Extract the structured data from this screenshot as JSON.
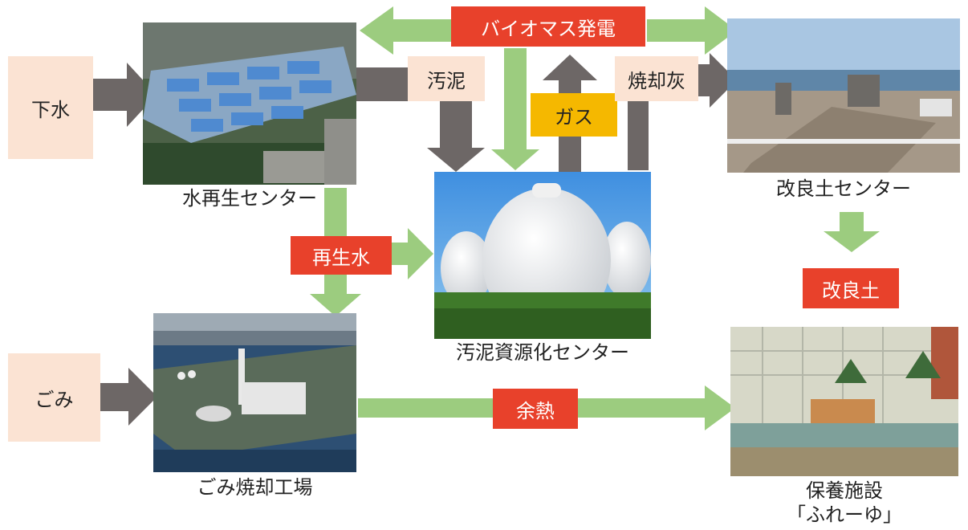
{
  "inputs": {
    "sewage": "下水",
    "garbage": "ごみ"
  },
  "facilities": {
    "water_reclamation": "水再生センター",
    "sludge_recycling": "汚泥資源化センター",
    "incineration_plant": "ごみ焼却工場",
    "soil_center": "改良土センター",
    "recreation_line1": "保養施設",
    "recreation_line2": "「ふれーゆ」"
  },
  "flows": {
    "biomass_power": "バイオマス発電",
    "sludge": "汚泥",
    "gas": "ガス",
    "incineration_ash": "焼却灰",
    "reclaimed_water": "再生水",
    "improved_soil": "改良土",
    "waste_heat": "余熱"
  },
  "colors": {
    "green_arrow": "#9ccc7f",
    "gray_arrow": "#6d6766",
    "red_label": "#e8412b",
    "peach_label": "#fbe3d3",
    "yellow_label": "#f5b800"
  }
}
